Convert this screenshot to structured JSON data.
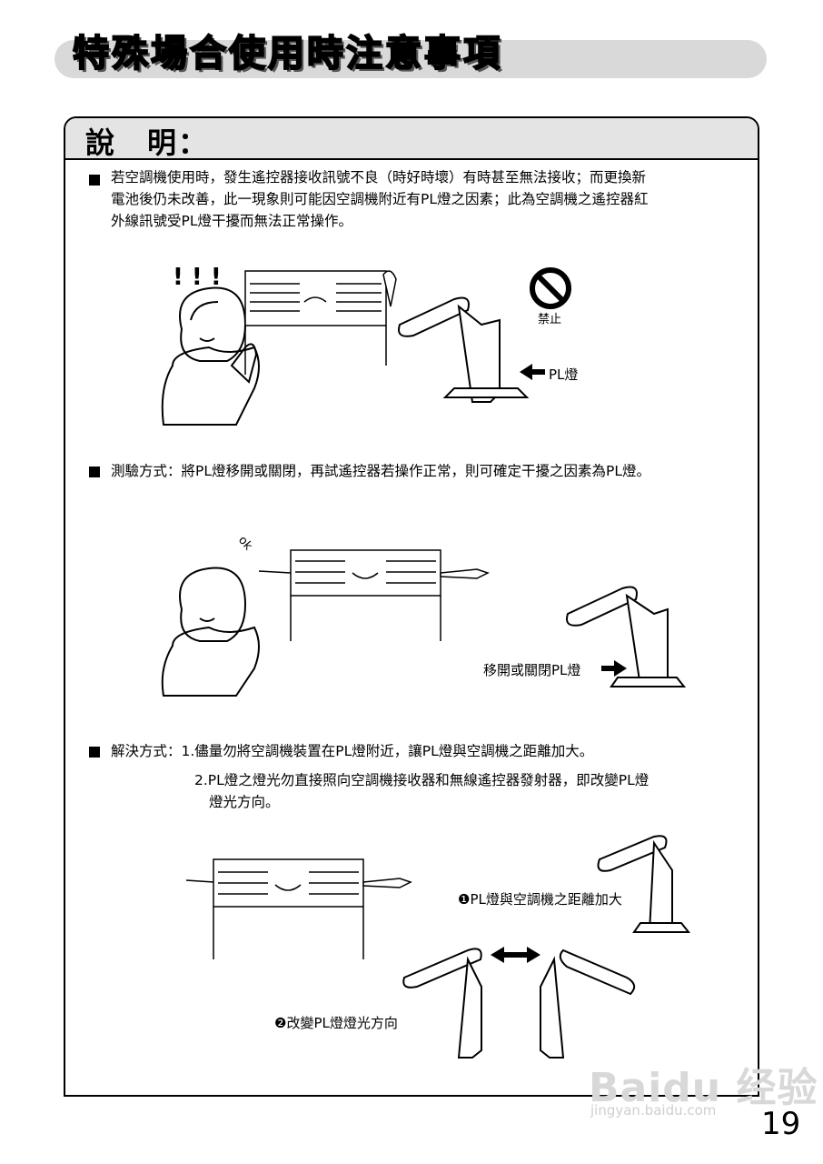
{
  "header": {
    "title": "特殊場合使用時注意事項"
  },
  "section": {
    "title": "說　明："
  },
  "para1": {
    "line1": "若空調機使用時，發生遙控器接收訊號不良（時好時壞）有時甚至無法接收；而更換新",
    "line2": "電池後仍未改善，此一現象則可能因空調機附近有PL燈之因素；此為空調機之遙控器紅",
    "line3": "外線訊號受PL燈干擾而無法正常操作。"
  },
  "fig1": {
    "forbid_label": "禁止",
    "lamp_label": "PL燈",
    "exclaim": "! ! !"
  },
  "para2": {
    "text": "測驗方式：將PL燈移開或關閉，再試遙控器若操作正常，則可確定干擾之因素為PL燈。"
  },
  "fig2": {
    "ok_label": "ok",
    "move_label": "移開或關閉PL燈"
  },
  "para3": {
    "line1": "解決方式：1.儘量勿將空調機裝置在PL燈附近，讓PL燈與空調機之距離加大。",
    "line2": "2.PL燈之燈光勿直接照向空調機接收器和無線遙控器發射器，即改變PL燈",
    "line3": "燈光方向。"
  },
  "fig3": {
    "label1": "❶PL燈與空調機之距離加大",
    "label2": "❷改變PL燈燈光方向"
  },
  "page": {
    "number": "19"
  },
  "watermark": {
    "brand": "Baidu 经验",
    "url": "jingyan.baidu.com"
  }
}
